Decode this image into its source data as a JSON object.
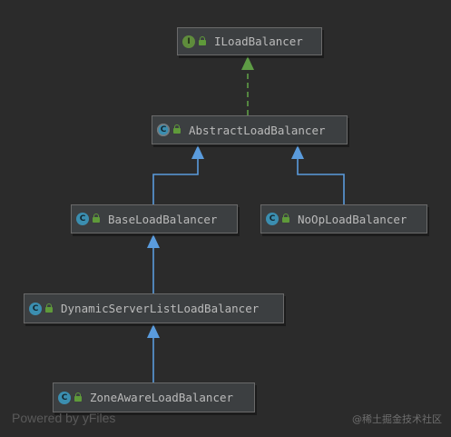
{
  "nodes": [
    {
      "id": "iloadbalancer",
      "label": "ILoadBalancer",
      "kind": "interface",
      "badge": "I"
    },
    {
      "id": "abstractloadbalancer",
      "label": "AbstractLoadBalancer",
      "kind": "abstract-class",
      "badge": "C"
    },
    {
      "id": "baseloadbalancer",
      "label": "BaseLoadBalancer",
      "kind": "class",
      "badge": "C"
    },
    {
      "id": "noploadbalancer",
      "label": "NoOpLoadBalancer",
      "kind": "class",
      "badge": "C"
    },
    {
      "id": "dynamicserverlistloadbalancer",
      "label": "DynamicServerListLoadBalancer",
      "kind": "class",
      "badge": "C"
    },
    {
      "id": "zoneawareloadbalancer",
      "label": "ZoneAwareLoadBalancer",
      "kind": "class",
      "badge": "C"
    }
  ],
  "edges": [
    {
      "from": "abstractloadbalancer",
      "to": "iloadbalancer",
      "type": "implements"
    },
    {
      "from": "baseloadbalancer",
      "to": "abstractloadbalancer",
      "type": "extends"
    },
    {
      "from": "noploadbalancer",
      "to": "abstractloadbalancer",
      "type": "extends"
    },
    {
      "from": "dynamicserverlistloadbalancer",
      "to": "baseloadbalancer",
      "type": "extends"
    },
    {
      "from": "zoneawareloadbalancer",
      "to": "dynamicserverlistloadbalancer",
      "type": "extends"
    }
  ],
  "colors": {
    "background": "#2b2b2b",
    "extends_edge": "#5a9bdc",
    "implements_edge": "#5e9c45"
  },
  "watermark": {
    "left": "Powered by yFiles",
    "right": "@稀土掘金技术社区"
  }
}
